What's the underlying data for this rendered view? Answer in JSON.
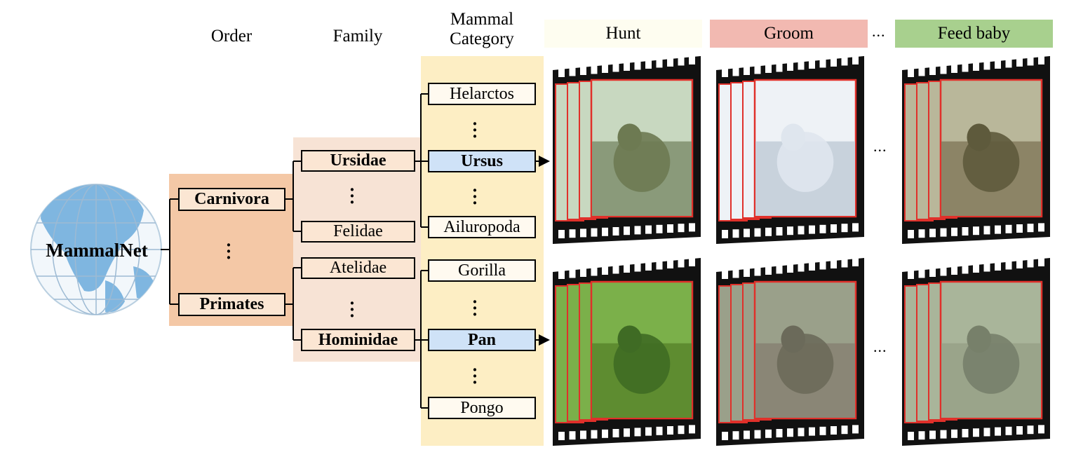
{
  "root": {
    "label": "MammalNet"
  },
  "headers": {
    "order": "Order",
    "family": "Family",
    "category": "Mammal Category"
  },
  "orders": [
    "Carnivora",
    "Primates"
  ],
  "families": [
    "Ursidae",
    "Felidae",
    "Atelidae",
    "Hominidae"
  ],
  "categories": [
    "Helarctos",
    "Ursus",
    "Ailuropoda",
    "Gorilla",
    "Pan",
    "Pongo"
  ],
  "behaviors": [
    "Hunt",
    "Groom",
    "Feed baby"
  ],
  "ellipsis": "...",
  "colors": {
    "order_band": "#f4c8a6",
    "family_band": "#f7e3d5",
    "category_band": "#fdeec4",
    "highlight": "#cfe2f7",
    "hunt_header": "#fefdf0",
    "groom_header": "#f2b9b1",
    "feed_header": "#a8d08e",
    "frame_border": "#e0302a",
    "globe": "#7fb6e0"
  },
  "icons": [
    "globe-icon",
    "film-strip-icon",
    "arrow-right-icon"
  ]
}
